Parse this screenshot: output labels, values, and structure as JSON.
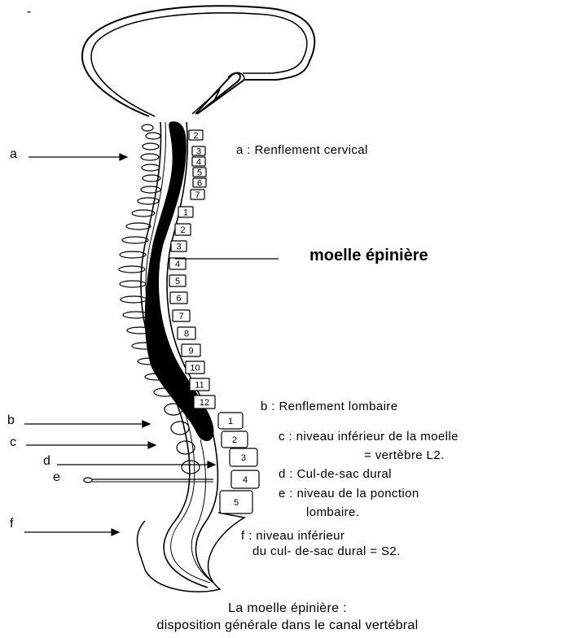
{
  "letters": {
    "a": "a",
    "b": "b",
    "c": "c",
    "d": "d",
    "e": "e",
    "f": "f"
  },
  "top_mark": "-",
  "title": "moelle épinière",
  "labels": {
    "a": "a : Renflement cervical",
    "b": "b : Renflement lombaire",
    "c_line1": "c : niveau inférieur de la moelle",
    "c_line2": "= vertèbre L2.",
    "d": "d : Cul-de-sac dural",
    "e_line1": "e : niveau de la ponction",
    "e_line2": "lombaire.",
    "f_line1": "f : niveau inférieur",
    "f_line2": "du cul- de-sac dural = S2."
  },
  "caption": {
    "line1": "La moelle épinière :",
    "line2": "disposition générale dans le canal vertébral"
  },
  "vertebrae": {
    "cervical": [
      "2",
      "3",
      "4",
      "5",
      "6",
      "7"
    ],
    "thoracic": [
      "1",
      "2",
      "3",
      "4",
      "5",
      "6",
      "7",
      "8",
      "9",
      "10",
      "11",
      "12"
    ],
    "lumbar": [
      "1",
      "2",
      "3",
      "4",
      "5"
    ]
  },
  "colors": {
    "ink": "#000000",
    "background": "#ffffff"
  }
}
